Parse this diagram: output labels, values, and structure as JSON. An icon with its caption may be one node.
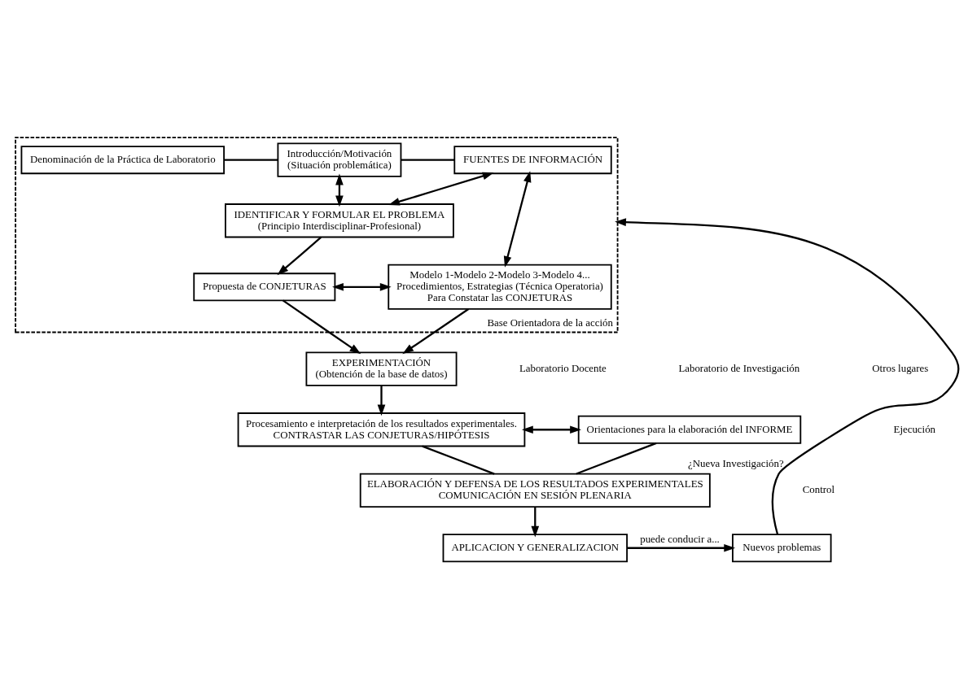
{
  "diagram": {
    "nodes": [
      {
        "text": [
          "Base Orientadora de la acción"
        ]
      },
      {
        "text": [
          "Denominación de la Práctica de Laboratorio"
        ],
        "in": 0
      },
      {
        "text": [
          "Introducción/Motivación",
          "(Situación problemática)"
        ],
        "in": 0
      },
      {
        "text": [
          "FUENTES DE INFORMACIÓN"
        ],
        "in": 0
      },
      {
        "text": [
          "IDENTIFICAR Y FORMULAR EL PROBLEMA",
          "(Principio Interdisciplinar-Profesional)"
        ],
        "in": 0
      },
      {
        "text": [
          "Propuesta de CONJETURAS"
        ],
        "in": 0
      },
      {
        "text": [
          "Modelo 1-Modelo 2-Modelo 3-Modelo 4...",
          "Procedimientos, Estrategias (Técnica Operatoria)",
          "Para Constatar las CONJETURAS"
        ],
        "in": 0
      },
      {
        "text": [
          "EXPERIMENTACIÓN",
          "(Obtención de la base de datos)"
        ]
      },
      {
        "text": [
          "Procesamiento e interpretación de los resultados experimentales.",
          "CONTRASTAR LAS CONJETURAS/HIPÓTESIS"
        ]
      },
      {
        "text": [
          "Orientaciones para la elaboración del INFORME"
        ]
      },
      {
        "text": [
          "ELABORACIÓN Y DEFENSA DE LOS RESULTADOS EXPERIMENTALES",
          "COMUNICACIÓN EN SESIÓN PLENARIA"
        ]
      },
      {
        "text": [
          "APLICACION Y GENERALIZACION"
        ]
      },
      {
        "text": [
          "Nuevos problemas"
        ]
      }
    ],
    "edges": [
      {
        "from": 1,
        "to": 2,
        "arrow": "none"
      },
      {
        "from": 2,
        "to": 3,
        "arrow": "none"
      },
      {
        "from": 2,
        "to": 4,
        "arrow": "both"
      },
      {
        "from": 3,
        "to": 6,
        "arrow": "both"
      },
      {
        "from": 3,
        "to": 4,
        "arrow": "both"
      },
      {
        "from": 4,
        "to": 5,
        "arrow": "to"
      },
      {
        "from": 5,
        "to": 6,
        "arrow": "both"
      },
      {
        "from": 5,
        "to": 7,
        "arrow": "to"
      },
      {
        "from": 6,
        "to": 7,
        "arrow": "to"
      },
      {
        "from": 7,
        "to": 8,
        "arrow": "to"
      },
      {
        "from": 8,
        "to": 9,
        "arrow": "both"
      },
      {
        "from": 8,
        "to": 10,
        "arrow": "none"
      },
      {
        "from": 9,
        "to": 10,
        "arrow": "none"
      },
      {
        "from": 10,
        "to": 11,
        "arrow": "to"
      },
      {
        "from": 11,
        "to": 12,
        "arrow": "to",
        "label": "puede conducir a..."
      },
      {
        "from": 12,
        "to": 0,
        "arrow": "to",
        "label": "¿Nueva Investigación?"
      }
    ],
    "labels": [
      "Laboratorio Docente",
      "Laboratorio de Investigación",
      "Otros lugares",
      "Ejecución",
      "Control"
    ]
  }
}
